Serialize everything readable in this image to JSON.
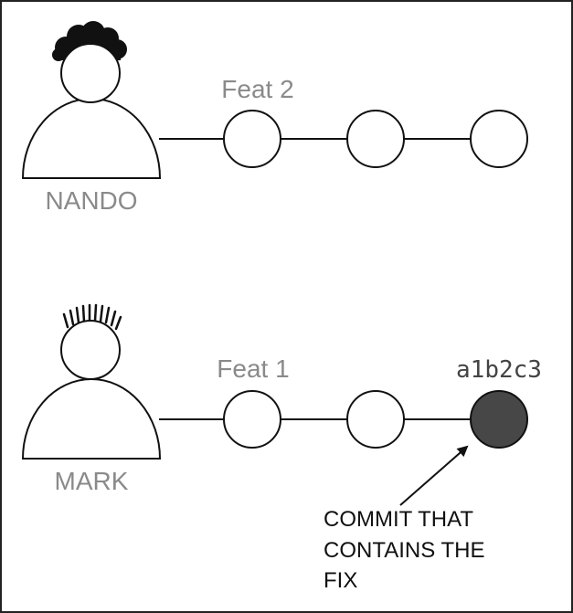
{
  "colors": {
    "border": "#222222",
    "stroke": "#111111",
    "label_gray": "#8a8a8a",
    "highlight_commit_fill": "#474747",
    "hash_text": "#444444"
  },
  "nando": {
    "name": "NANDO",
    "branch_label": "Feat 2",
    "hair_icon": "curly-hair-icon"
  },
  "mark": {
    "name": "MARK",
    "branch_label": "Feat 1",
    "hair_icon": "spiky-hair-icon",
    "fix_commit_hash": "a1b2c3"
  },
  "annotation": {
    "lines": [
      "COMMIT THAT",
      "CONTAINS THE",
      "FIX"
    ]
  }
}
